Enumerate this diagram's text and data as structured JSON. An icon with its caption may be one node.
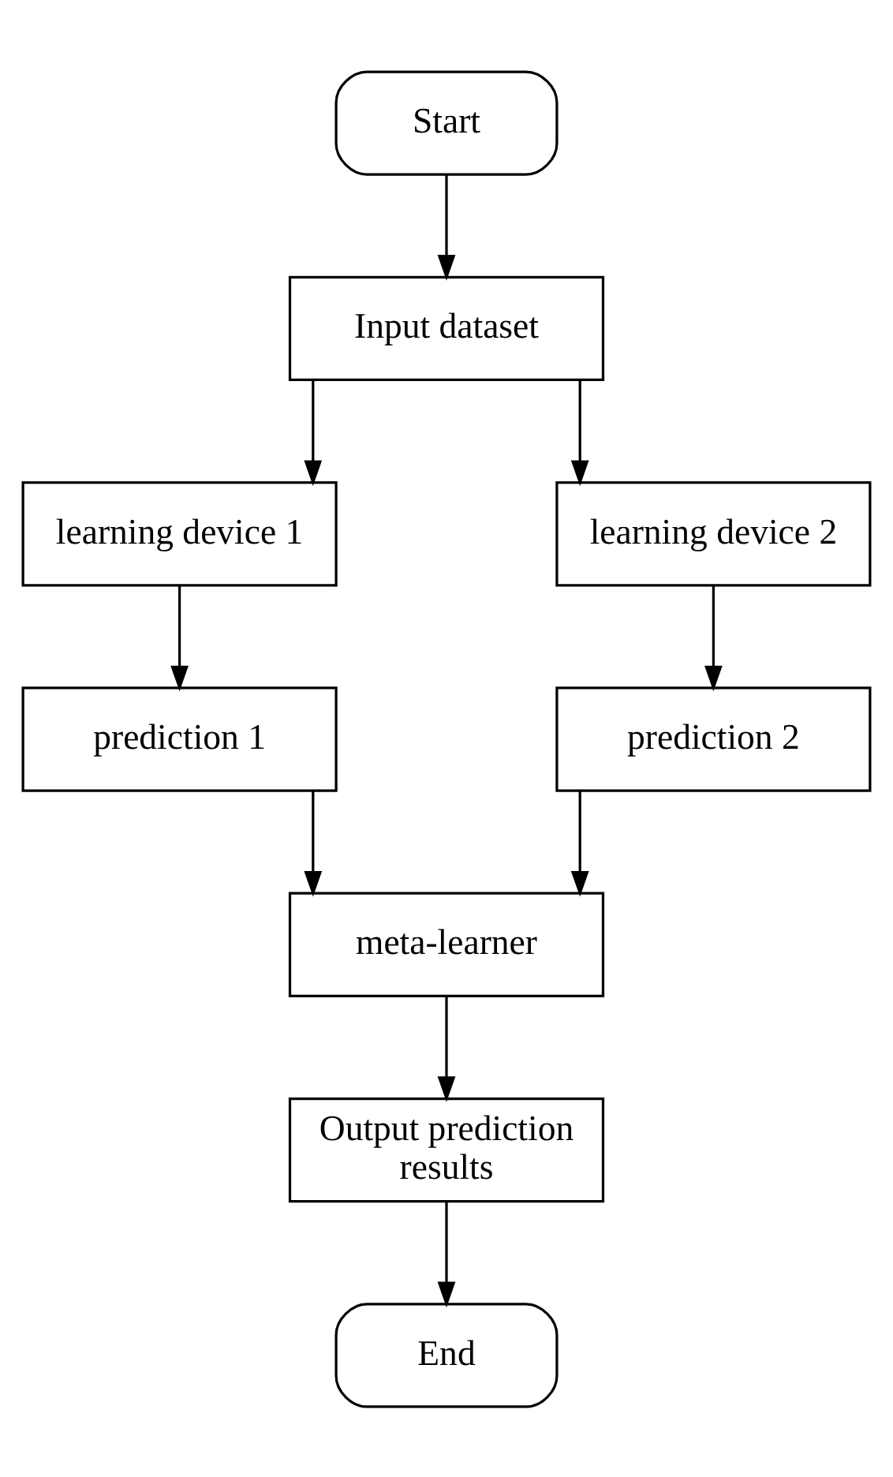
{
  "diagram": {
    "nodes": [
      {
        "text": [
          "Start"
        ]
      },
      {
        "text": [
          "Input dataset"
        ]
      },
      {
        "text": [
          "learning device 1"
        ]
      },
      {
        "text": [
          "learning device 2"
        ]
      },
      {
        "text": [
          "prediction 1"
        ]
      },
      {
        "text": [
          "prediction 2"
        ]
      },
      {
        "text": [
          "meta-learner"
        ]
      },
      {
        "text": [
          "Output prediction results"
        ]
      },
      {
        "text": [
          "End"
        ]
      }
    ],
    "edges": [
      {
        "from": 0,
        "to": 1,
        "arrow": "to"
      },
      {
        "from": 1,
        "to": 2,
        "arrow": "to"
      },
      {
        "from": 1,
        "to": 3,
        "arrow": "to"
      },
      {
        "from": 2,
        "to": 4,
        "arrow": "to"
      },
      {
        "from": 3,
        "to": 5,
        "arrow": "to"
      },
      {
        "from": 4,
        "to": 6,
        "arrow": "to"
      },
      {
        "from": 5,
        "to": 6,
        "arrow": "to"
      },
      {
        "from": 6,
        "to": 7,
        "arrow": "to"
      },
      {
        "from": 7,
        "to": 8,
        "arrow": "to"
      }
    ]
  }
}
